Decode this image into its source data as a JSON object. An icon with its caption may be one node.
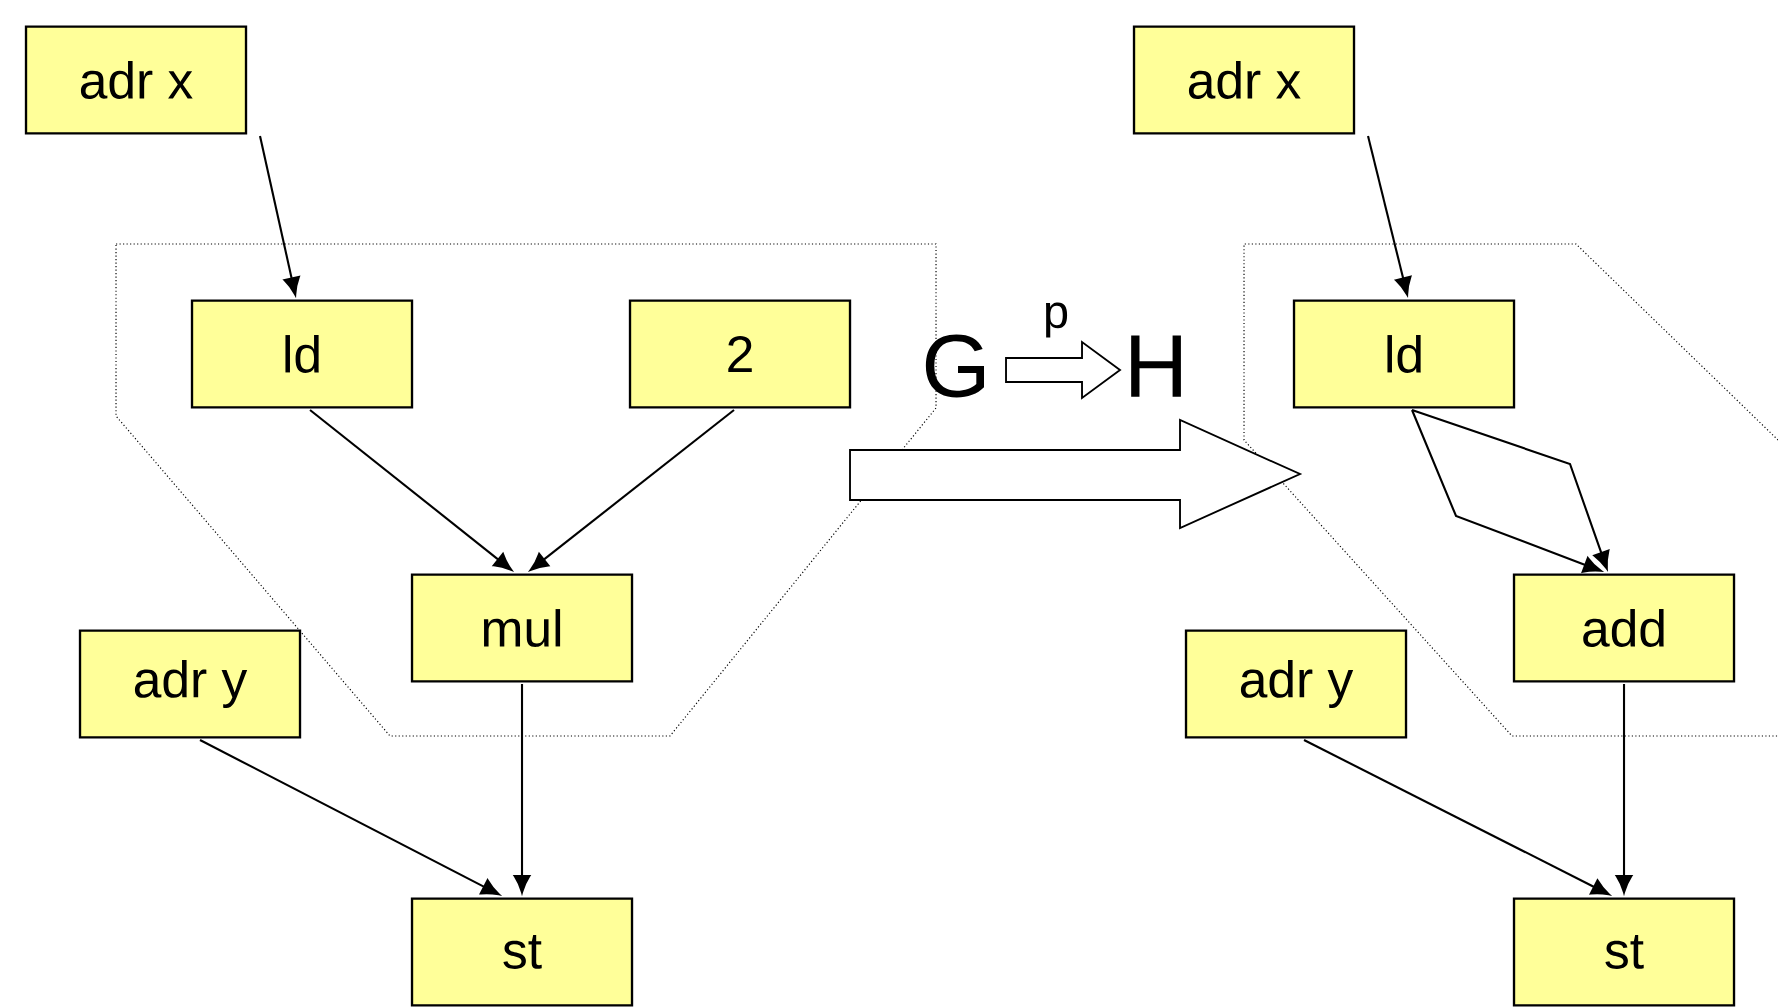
{
  "diagram": {
    "nodes": [
      {
        "text": [
          "adr x"
        ]
      },
      {
        "text": [
          "ld"
        ]
      },
      {
        "text": [
          "2"
        ]
      },
      {
        "text": [
          "mul"
        ]
      },
      {
        "text": [
          "adr y"
        ]
      },
      {
        "text": [
          "st"
        ]
      },
      {
        "text": [
          "adr x"
        ]
      },
      {
        "text": [
          "ld"
        ]
      },
      {
        "text": [
          "add"
        ]
      },
      {
        "text": [
          "adr y"
        ]
      },
      {
        "text": [
          "st"
        ]
      }
    ],
    "edges": [
      {
        "from": 0,
        "to": 1,
        "arrow": "to"
      },
      {
        "from": 1,
        "to": 3,
        "arrow": "to"
      },
      {
        "from": 2,
        "to": 3,
        "arrow": "to"
      },
      {
        "from": 3,
        "to": 5,
        "arrow": "to"
      },
      {
        "from": 4,
        "to": 5,
        "arrow": "to"
      },
      {
        "from": 6,
        "to": 7,
        "arrow": "to"
      },
      {
        "from": 7,
        "to": 8,
        "arrow": "to"
      },
      {
        "from": 7,
        "to": 8,
        "arrow": "to"
      },
      {
        "from": 8,
        "to": 10,
        "arrow": "to"
      },
      {
        "from": 9,
        "to": 10,
        "arrow": "to"
      }
    ],
    "labels": [
      "G",
      "p",
      "H"
    ]
  }
}
